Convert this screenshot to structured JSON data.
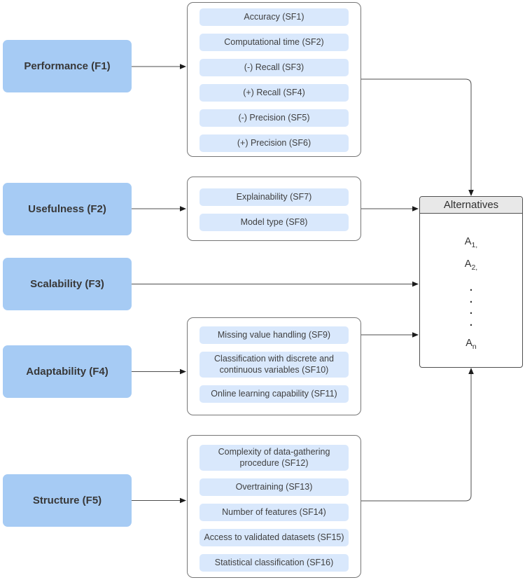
{
  "diagram": {
    "factors": [
      {
        "label": "Performance (F1)",
        "subfactors": [
          "Accuracy (SF1)",
          "Computational time (SF2)",
          "(-) Recall (SF3)",
          "(+) Recall (SF4)",
          "(-) Precision (SF5)",
          "(+) Precision (SF6)"
        ]
      },
      {
        "label": "Usefulness (F2)",
        "subfactors": [
          "Explainability (SF7)",
          "Model type (SF8)"
        ]
      },
      {
        "label": "Scalability (F3)",
        "subfactors": []
      },
      {
        "label": "Adaptability (F4)",
        "subfactors": [
          "Missing value handling (SF9)",
          "Classification with discrete and continuous variables (SF10)",
          "Online learning capability (SF11)"
        ]
      },
      {
        "label": "Structure (F5)",
        "subfactors": [
          "Complexity of data-gathering procedure (SF12)",
          "Overtraining (SF13)",
          "Number of features (SF14)",
          "Access to validated datasets (SF15)",
          "Statistical classification (SF16)"
        ]
      }
    ],
    "alternatives": {
      "title": "Alternatives",
      "items": [
        {
          "base": "A",
          "sub": "1,"
        },
        {
          "base": "A",
          "sub": "2,"
        }
      ],
      "dots": [
        ".",
        ".",
        ".",
        "."
      ],
      "last": {
        "base": "A",
        "sub": "n"
      }
    },
    "colors": {
      "factor_fill": "#a6cbf4",
      "subfactor_fill": "#d9e8fc",
      "alternatives_header_fill": "#e8e8e8",
      "group_border": "#767676",
      "alternatives_border": "#4f4f4f",
      "connector": "#4d4d4d",
      "arrowhead": "#1c1c1c"
    }
  }
}
